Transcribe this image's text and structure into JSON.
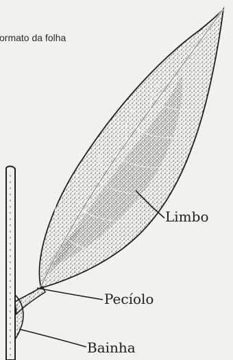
{
  "heading": "ormato da folha",
  "labels": {
    "limbo": "Limbo",
    "peciolo": "Pecíolo",
    "bainha": "Bainha"
  },
  "colors": {
    "ink": "#1e1e1e",
    "paper": "#f3f1ee"
  }
}
